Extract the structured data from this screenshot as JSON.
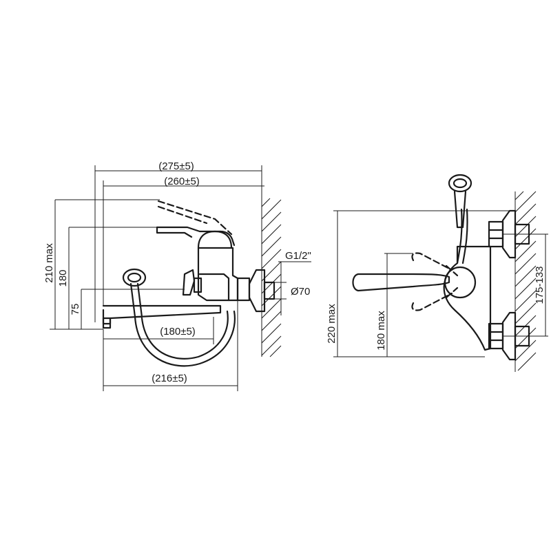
{
  "side_view": {
    "dims": {
      "overall_length": "(275±5)",
      "spout_length": "(260±5)",
      "height_max": "210 max",
      "height_180": "180",
      "height_75": "75",
      "spout_reach": "(180±5)",
      "base_length": "(216±5)",
      "thread": "G1/2\"",
      "flange_diameter": "Ø70"
    }
  },
  "front_view": {
    "dims": {
      "height_max": "220 max",
      "lever_max": "180 max",
      "centers": "175-133"
    }
  }
}
